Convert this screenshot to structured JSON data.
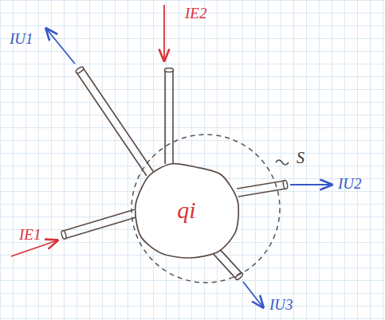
{
  "diagram": {
    "nodes": [
      {
        "text": [
          "S"
        ]
      },
      {
        "text": [
          "qi"
        ],
        "in": 0
      }
    ],
    "labels": [
      "IU1",
      "IE2",
      "IU2",
      "IU3",
      "IE1"
    ]
  }
}
